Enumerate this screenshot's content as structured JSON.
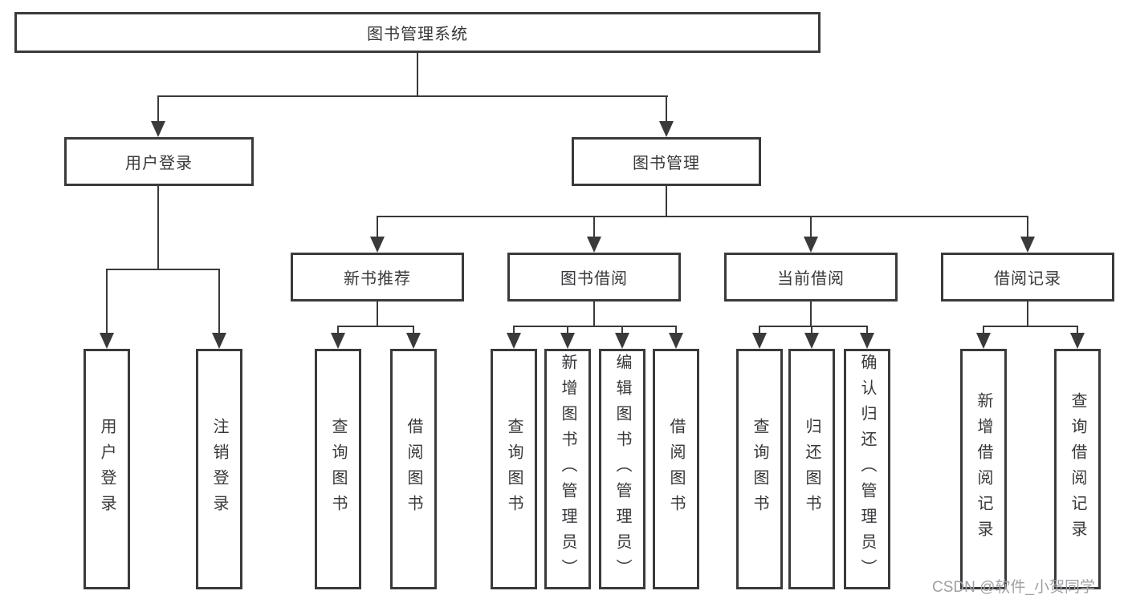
{
  "tree": {
    "label": "图书管理系统",
    "children": [
      {
        "label": "用户登录",
        "children": [
          {
            "label": "用户登录"
          },
          {
            "label": "注销登录"
          }
        ]
      },
      {
        "label": "图书管理",
        "children": [
          {
            "label": "新书推荐",
            "children": [
              {
                "label": "查询图书"
              },
              {
                "label": "借阅图书"
              }
            ]
          },
          {
            "label": "图书借阅",
            "children": [
              {
                "label": "查询图书"
              },
              {
                "label": "新增图书（管理员）"
              },
              {
                "label": "编辑图书（管理员）"
              },
              {
                "label": "借阅图书"
              }
            ]
          },
          {
            "label": "当前借阅",
            "children": [
              {
                "label": "查询图书"
              },
              {
                "label": "归还图书"
              },
              {
                "label": "确认归还（管理员）"
              }
            ]
          },
          {
            "label": "借阅记录",
            "children": [
              {
                "label": "新增借阅记录"
              },
              {
                "label": "查询借阅记录"
              }
            ]
          }
        ]
      }
    ]
  },
  "watermark": {
    "text": "CSDN @软件_小贺同学"
  },
  "colors": {
    "line": "#3a3a3c",
    "text": "#38383c",
    "bg": "#ffffff",
    "watermark": "#a0a0a5"
  }
}
